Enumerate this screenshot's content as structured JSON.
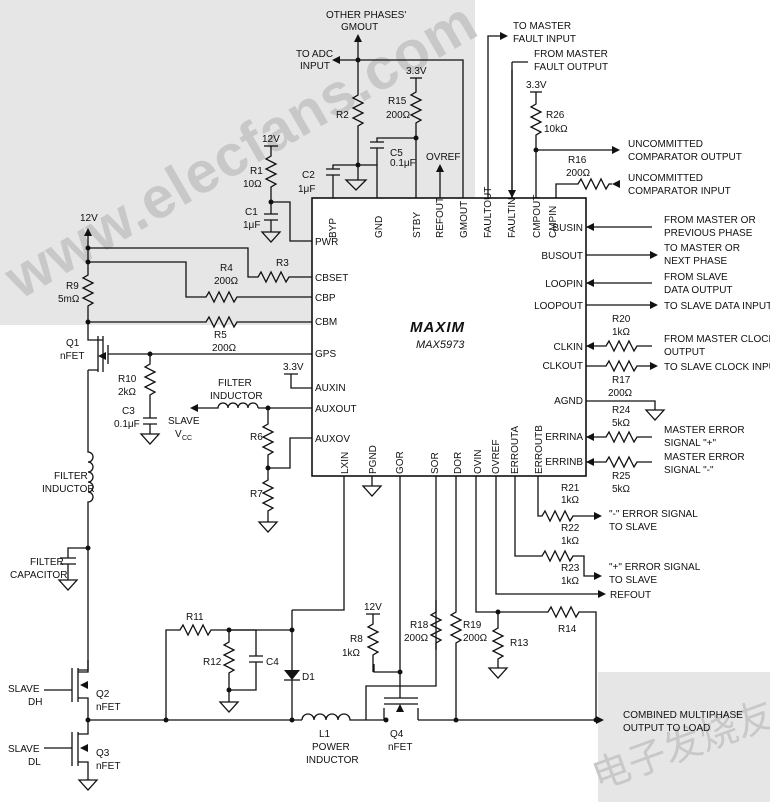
{
  "watermarks": {
    "top": "www.elecfans.com",
    "bottom": "电子发烧友"
  },
  "ic": {
    "logo": "MAXIM",
    "part": "MAX5973",
    "top_pins": [
      "BYP",
      "GND",
      "STBY",
      "REFOUT",
      "GMOUT",
      "FAULTOUT",
      "FAULTIN",
      "CMPOUT",
      "CMPIN"
    ],
    "left_pins": [
      "PWR",
      "CBSET",
      "CBP",
      "CBM",
      "GPS",
      "AUXIN",
      "AUXOUT",
      "AUXOV"
    ],
    "right_pins": [
      "BUSIN",
      "BUSOUT",
      "LOOPIN",
      "LOOPOUT",
      "CLKIN",
      "CLKOUT",
      "AGND",
      "ERRINA",
      "ERRINB"
    ],
    "bottom_pins": [
      "LXIN",
      "PGND",
      "GOR",
      "SOR",
      "DOR",
      "OVIN",
      "OVREF",
      "ERROUTA",
      "ERROUTB"
    ]
  },
  "top_signals": {
    "other_phases_1": "OTHER PHASES'",
    "other_phases_2": "GMOUT",
    "to_adc_1": "TO ADC",
    "to_adc_2": "INPUT",
    "to_master_fault_1": "TO MASTER",
    "to_master_fault_2": "FAULT INPUT",
    "from_master_fault_1": "FROM MASTER",
    "from_master_fault_2": "FAULT OUTPUT",
    "v33_a": "3.3V",
    "v33_b": "3.3V",
    "v33_c": "3.3V",
    "ovref": "OVREF",
    "v12_a": "12V",
    "v12_b": "12V",
    "v12_c": "12V"
  },
  "right_signals": {
    "uncommitted_out_1": "UNCOMMITTED",
    "uncommitted_out_2": "COMPARATOR OUTPUT",
    "uncommitted_in_1": "UNCOMMITTED",
    "uncommitted_in_2": "COMPARATOR INPUT",
    "from_master_prev_1": "FROM MASTER OR",
    "from_master_prev_2": "PREVIOUS PHASE",
    "to_master_next_1": "TO MASTER OR",
    "to_master_next_2": "NEXT PHASE",
    "from_slave_data_1": "FROM SLAVE",
    "from_slave_data_2": "DATA OUTPUT",
    "to_slave_data": "TO SLAVE DATA INPUT",
    "from_master_clock_1": "FROM MASTER CLOCK",
    "from_master_clock_2": "OUTPUT",
    "to_slave_clock": "TO SLAVE CLOCK INPUT",
    "master_err_plus_1": "MASTER ERROR",
    "master_err_plus_2": "SIGNAL \"+\"",
    "master_err_minus_1": "MASTER ERROR",
    "master_err_minus_2": "SIGNAL \"-\"",
    "err_minus_slave_1": "\"-\" ERROR SIGNAL",
    "err_minus_slave_2": "TO SLAVE",
    "err_plus_slave_1": "\"+\" ERROR SIGNAL",
    "err_plus_slave_2": "TO SLAVE",
    "refout": "REFOUT",
    "combined_1": "COMBINED MULTIPHASE",
    "combined_2": "OUTPUT TO LOAD"
  },
  "left_signals": {
    "filter_inductor_a_1": "FILTER",
    "filter_inductor_a_2": "INDUCTOR",
    "slave_vcc_1": "SLAVE",
    "slave_vcc_2": "V",
    "slave_vcc_sub": "CC",
    "filter_inductor_b_1": "FILTER",
    "filter_inductor_b_2": "INDUCTOR",
    "filter_cap_1": "FILTER",
    "filter_cap_2": "CAPACITOR",
    "slave_dh_1": "SLAVE",
    "slave_dh_2": "DH",
    "slave_dl_1": "SLAVE",
    "slave_dl_2": "DL",
    "power_inductor_1": "L1",
    "power_inductor_2": "POWER",
    "power_inductor_3": "INDUCTOR"
  },
  "components": {
    "R1": "R1",
    "R1v": "10Ω",
    "R2": "R2",
    "R3": "R3",
    "R4": "R4",
    "R4v": "200Ω",
    "R5": "R5",
    "R5v": "200Ω",
    "R6": "R6",
    "R7": "R7",
    "R8": "R8",
    "R8v": "1kΩ",
    "R9": "R9",
    "R9v": "5mΩ",
    "R10": "R10",
    "R10v": "2kΩ",
    "R11": "R11",
    "R12": "R12",
    "R13": "R13",
    "R14": "R14",
    "R15": "R15",
    "R15v": "200Ω",
    "R16": "R16",
    "R16v": "200Ω",
    "R17": "R17",
    "R17v": "200Ω",
    "R18": "R18",
    "R18v": "200Ω",
    "R19": "R19",
    "R19v": "200Ω",
    "R20": "R20",
    "R20v": "1kΩ",
    "R21": "R21",
    "R21v": "1kΩ",
    "R22": "R22",
    "R22v": "1kΩ",
    "R23": "R23",
    "R23v": "1kΩ",
    "R24": "R24",
    "R24v": "5kΩ",
    "R25": "R25",
    "R25v": "5kΩ",
    "R26": "R26",
    "R26v": "10kΩ",
    "C1": "C1",
    "C1v": "1μF",
    "C2": "C2",
    "C2v": "1μF",
    "C3": "C3",
    "C3v": "0.1μF",
    "C4": "C4",
    "C5": "C5",
    "C5v": "0.1μF",
    "D1": "D1",
    "Q1": "Q1",
    "Q1t": "nFET",
    "Q2": "Q2",
    "Q2t": "nFET",
    "Q3": "Q3",
    "Q3t": "nFET",
    "Q4": "Q4",
    "Q4t": "nFET"
  }
}
